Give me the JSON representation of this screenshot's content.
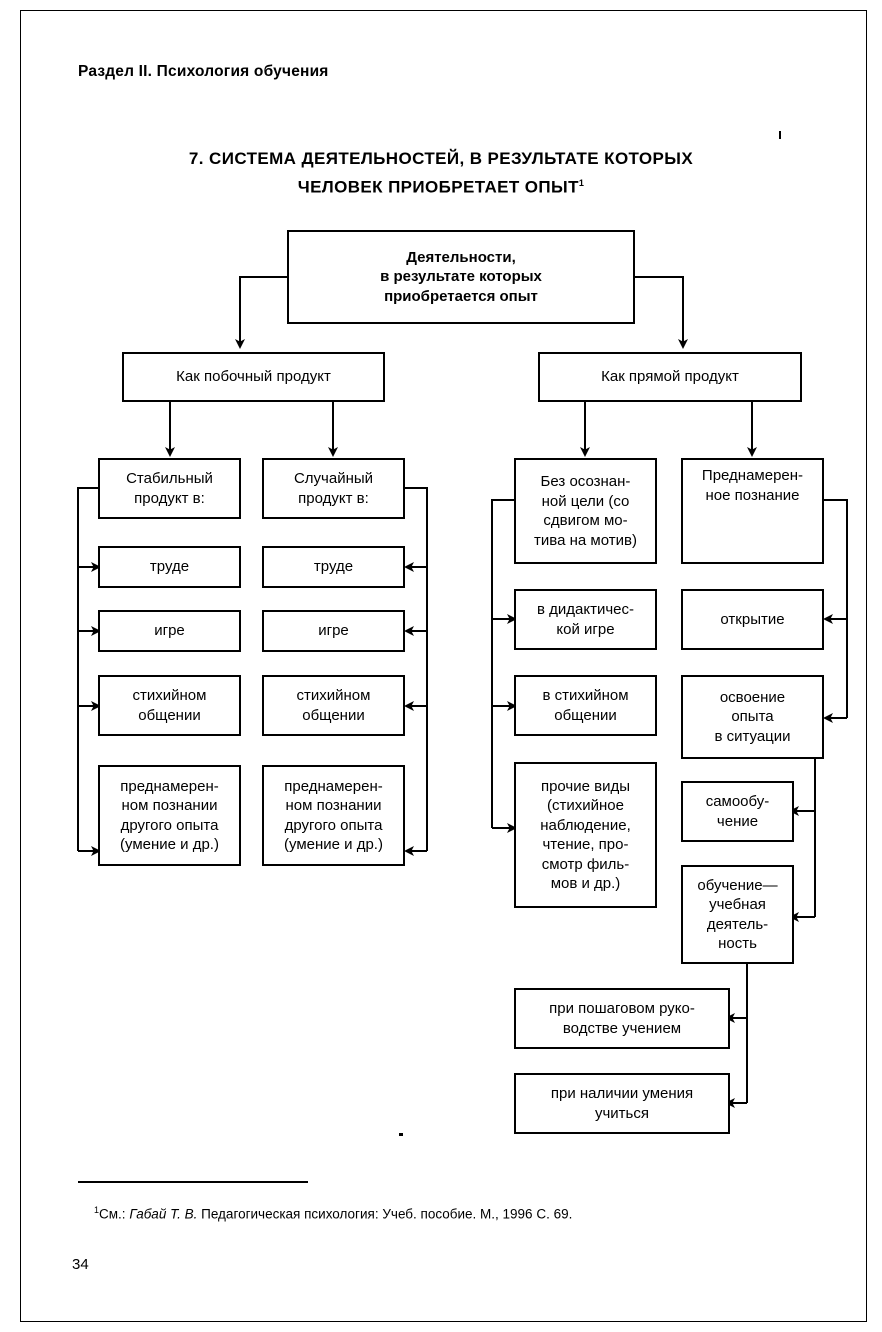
{
  "page": {
    "running_head": "Раздел II. Психология обучения",
    "title_line1": "7. СИСТЕМА ДЕЯТЕЛЬНОСТЕЙ, В РЕЗУЛЬТАТЕ КОТОРЫХ",
    "title_line2": "ЧЕЛОВЕК ПРИОБРЕТАЕТ ОПЫТ",
    "title_footnote_marker": "1",
    "page_number": "34",
    "footnote_marker": "1",
    "footnote_prefix": "См.: ",
    "footnote_author": "Габай Т. В.",
    "footnote_rest": " Педагогическая психология: Учеб. пособие. М., 1996  С. 69."
  },
  "diagram": {
    "type": "flowchart",
    "root": {
      "id": "root",
      "label": "Деятельности,\nв результате которых\nприобретается опыт",
      "line1": "Деятельности,",
      "line2": "в результате которых",
      "line3": "приобретается опыт"
    },
    "level2": [
      {
        "id": "side-product",
        "label": "Как побочный продукт"
      },
      {
        "id": "direct-product",
        "label": "Как прямой продукт"
      }
    ],
    "columns": [
      {
        "id": "stable-product",
        "head": {
          "line1": "Стабильный",
          "line2": "продукт в:"
        },
        "items": [
          {
            "line1": "труде"
          },
          {
            "line1": "игре"
          },
          {
            "line1": "стихийном",
            "line2": "общении"
          },
          {
            "line1": "преднамерен-",
            "line2": "ном познании",
            "line3": "другого опыта",
            "line4": "(умение и др.)"
          }
        ]
      },
      {
        "id": "random-product",
        "head": {
          "line1": "Случайный",
          "line2": "продукт в:"
        },
        "items": [
          {
            "line1": "труде"
          },
          {
            "line1": "игре"
          },
          {
            "line1": "стихийном",
            "line2": "общении"
          },
          {
            "line1": "преднамерен-",
            "line2": "ном познании",
            "line3": "другого опыта",
            "line4": "(умение и др.)"
          }
        ]
      },
      {
        "id": "without-conscious-goal",
        "head": {
          "line1": "Без осознан-",
          "line2": "ной цели (со",
          "line3": "сдвигом мо-",
          "line4": "тива на мотив)"
        },
        "items": [
          {
            "line1": "в дидактичес-",
            "line2": "кой игре"
          },
          {
            "line1": "в стихийном",
            "line2": "общении"
          },
          {
            "line1": "прочие виды",
            "line2": "(стихийное",
            "line3": "наблюдение,",
            "line4": "чтение, про-",
            "line5": "смотр филь-",
            "line6": "мов и др.)"
          }
        ]
      },
      {
        "id": "intentional-cognition",
        "head": {
          "line1": "Преднамерен-",
          "line2": "ное познание"
        },
        "items": [
          {
            "line1": "открытие"
          },
          {
            "line1": "освоение",
            "line2": "опыта",
            "line3": "в ситуации"
          },
          {
            "line1": "самообу-",
            "line2": "чение"
          },
          {
            "line1": "обучение—",
            "line2": "учебная",
            "line3": "деятель-",
            "line4": "ность"
          }
        ]
      }
    ],
    "bottom": [
      {
        "id": "step-by-step",
        "line1": "при пошаговом руко-",
        "line2": "водстве учением"
      },
      {
        "id": "ability-to-learn",
        "line1": "при наличии умения",
        "line2": "учиться"
      }
    ]
  }
}
